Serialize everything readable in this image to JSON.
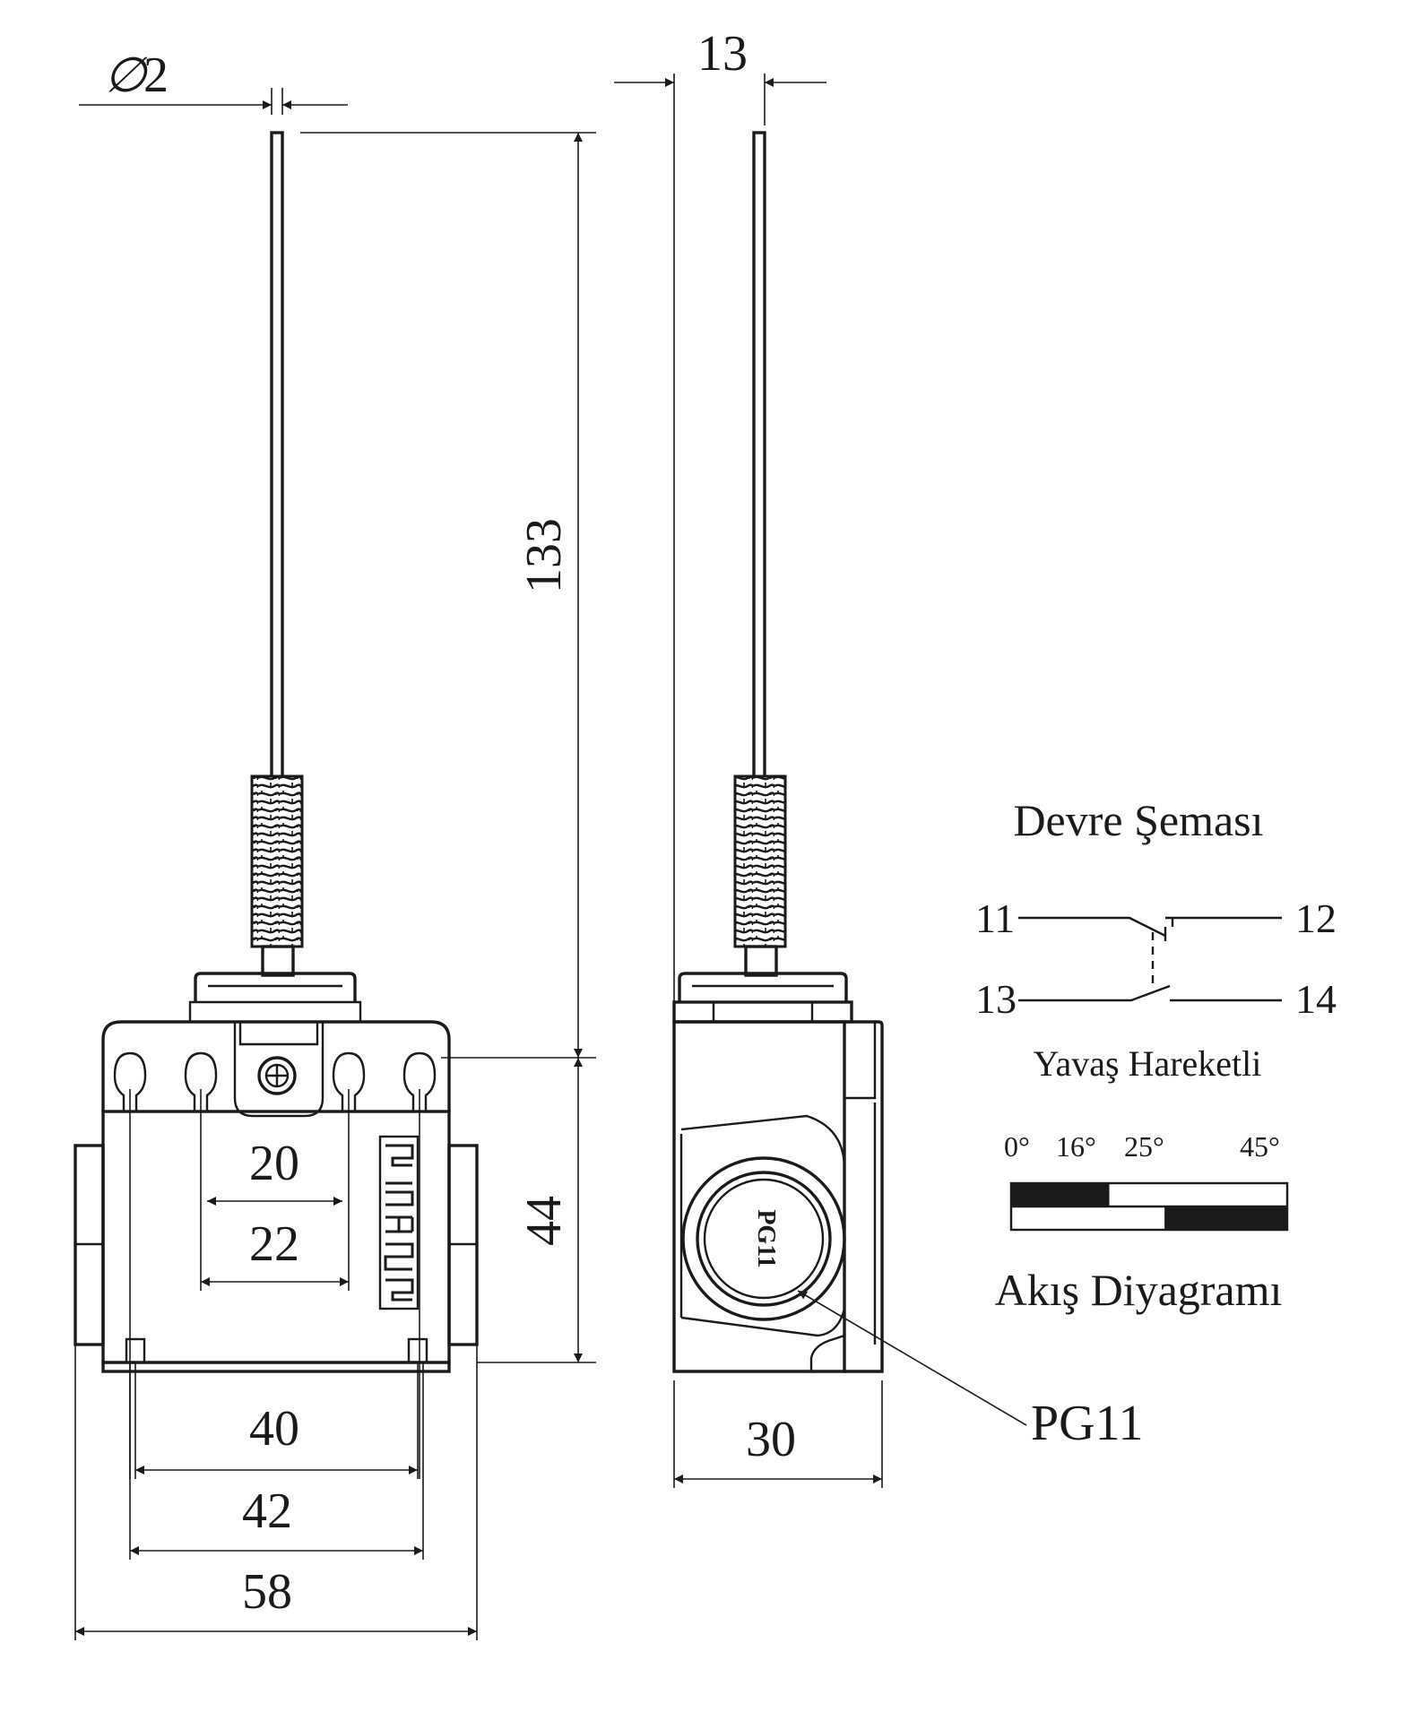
{
  "dimensions": {
    "rod_diameter": "2",
    "rod_offset": "13",
    "actuator_length": "133",
    "body_height": "44",
    "hole_spacing_inner": "20",
    "hole_spacing_outer": "22",
    "mount_spacing_inner": "40",
    "mount_spacing_outer": "42",
    "body_width": "58",
    "body_depth": "30"
  },
  "cable_gland": {
    "label": "PG11",
    "marking": "PG11"
  },
  "circuit": {
    "title": "Devre Şeması",
    "terminals": [
      "11",
      "12",
      "13",
      "14"
    ],
    "motion_type": "Yavaş Hareketli"
  },
  "travel_diagram": {
    "title": "Akış Diyagramı",
    "angles": [
      "0°",
      "16°",
      "25°",
      "45°"
    ],
    "nc_closed_range_deg": [
      0,
      16
    ],
    "no_closed_range_deg": [
      25,
      45
    ],
    "fill_color": "#1a1a1a"
  }
}
